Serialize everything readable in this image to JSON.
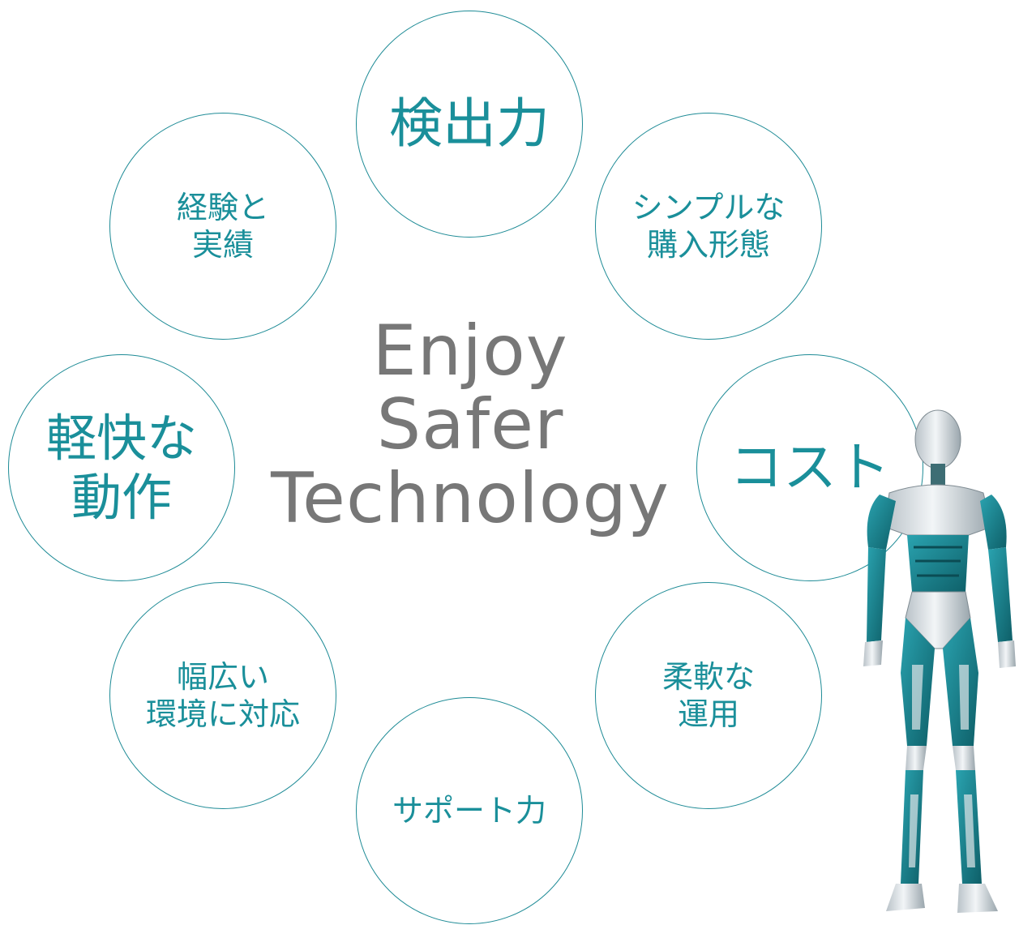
{
  "tagline": "Enjoy\nSafer\nTechnology",
  "features": {
    "detection": "検出力",
    "experience": "経験と\n実績",
    "purchase": "シンプルな\n購入形態",
    "light": "軽快な\n動作",
    "cost": "コスト",
    "wide": "幅広い\n環境に対応",
    "flexible": "柔軟な\n運用",
    "support": "サポート力"
  },
  "colors": {
    "accent": "#1a8f9a",
    "tagline": "#777777",
    "robot_teal": "#1b8a96",
    "robot_silver": "#d9dee2"
  },
  "illustration": {
    "icon": "robot-icon"
  }
}
